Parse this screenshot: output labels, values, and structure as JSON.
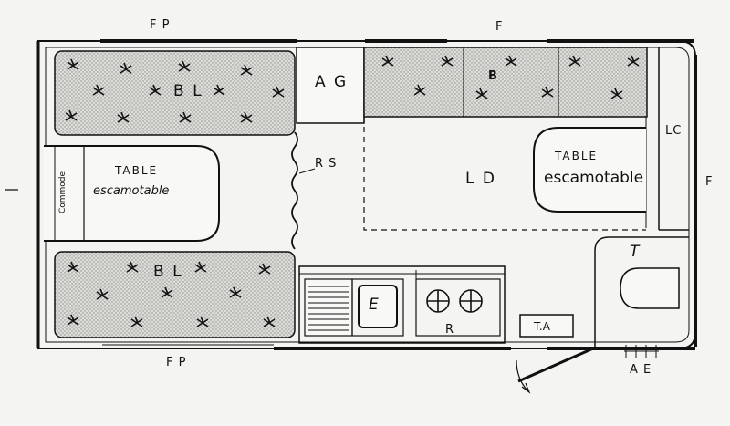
{
  "labels": {
    "fp_top": "F P",
    "f_top": "F",
    "bl_top": "B L",
    "ag": "A G",
    "b": "B",
    "lc": "LC",
    "f_right": "F",
    "rs": "R S",
    "ld": "L D",
    "table_left_title": "TABLE",
    "table_left_sub": "escamotable",
    "table_right_title": "TABLE",
    "table_right_sub": "escamotable",
    "commode": "Commode",
    "bl_bottom": "B L",
    "e": "E",
    "r": "R",
    "ta": "T.A",
    "t": "T",
    "fp_bottom": "F P",
    "ae": "A E"
  },
  "colors": {
    "line": "#111111",
    "cushion": "#d6d6d2",
    "background": "#f4f4f2"
  }
}
